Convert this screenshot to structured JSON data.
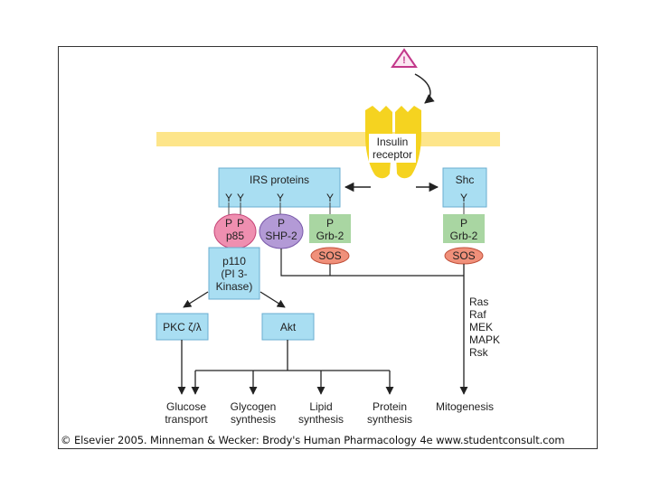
{
  "receptor": {
    "alert_symbol": "!",
    "line1": "Insulin",
    "line2": "receptor"
  },
  "irs": {
    "title": "IRS proteins",
    "y": [
      "Y",
      "Y",
      "Y",
      "Y"
    ]
  },
  "shc": {
    "title": "Shc",
    "y": "Y"
  },
  "p85": {
    "p1": "P",
    "p2": "P",
    "name": "p85"
  },
  "shp2": {
    "p": "P",
    "name": "SHP-2"
  },
  "grb2_left": {
    "p": "P",
    "name": "Grb-2"
  },
  "grb2_right": {
    "p": "P",
    "name": "Grb-2"
  },
  "sos_left": "SOS",
  "sos_right": "SOS",
  "p110": {
    "line1": "p110",
    "line2": "(PI 3-",
    "line3": "Kinase)"
  },
  "pkc": "PKC ζ/λ",
  "akt": "Akt",
  "cascade": [
    "Ras",
    "Raf",
    "MEK",
    "MAPK",
    "Rsk"
  ],
  "outcomes": {
    "glucose": [
      "Glucose",
      "transport"
    ],
    "glycogen": [
      "Glycogen",
      "synthesis"
    ],
    "lipid": [
      "Lipid",
      "synthesis"
    ],
    "protein": [
      "Protein",
      "synthesis"
    ],
    "mitogenesis": "Mitogenesis"
  },
  "copyright": "© Elsevier 2005. Minneman & Wecker: Brody's Human Pharmacology 4e www.studentconsult.com",
  "colors": {
    "membrane": "#fde58a",
    "receptor": "#f5d320",
    "box_blue": "#a9def2",
    "pink": "#ef8fb0",
    "purple": "#b39ad6",
    "green": "#a9d6a2",
    "sos": "#f0907a",
    "alert": "#c2378a"
  }
}
